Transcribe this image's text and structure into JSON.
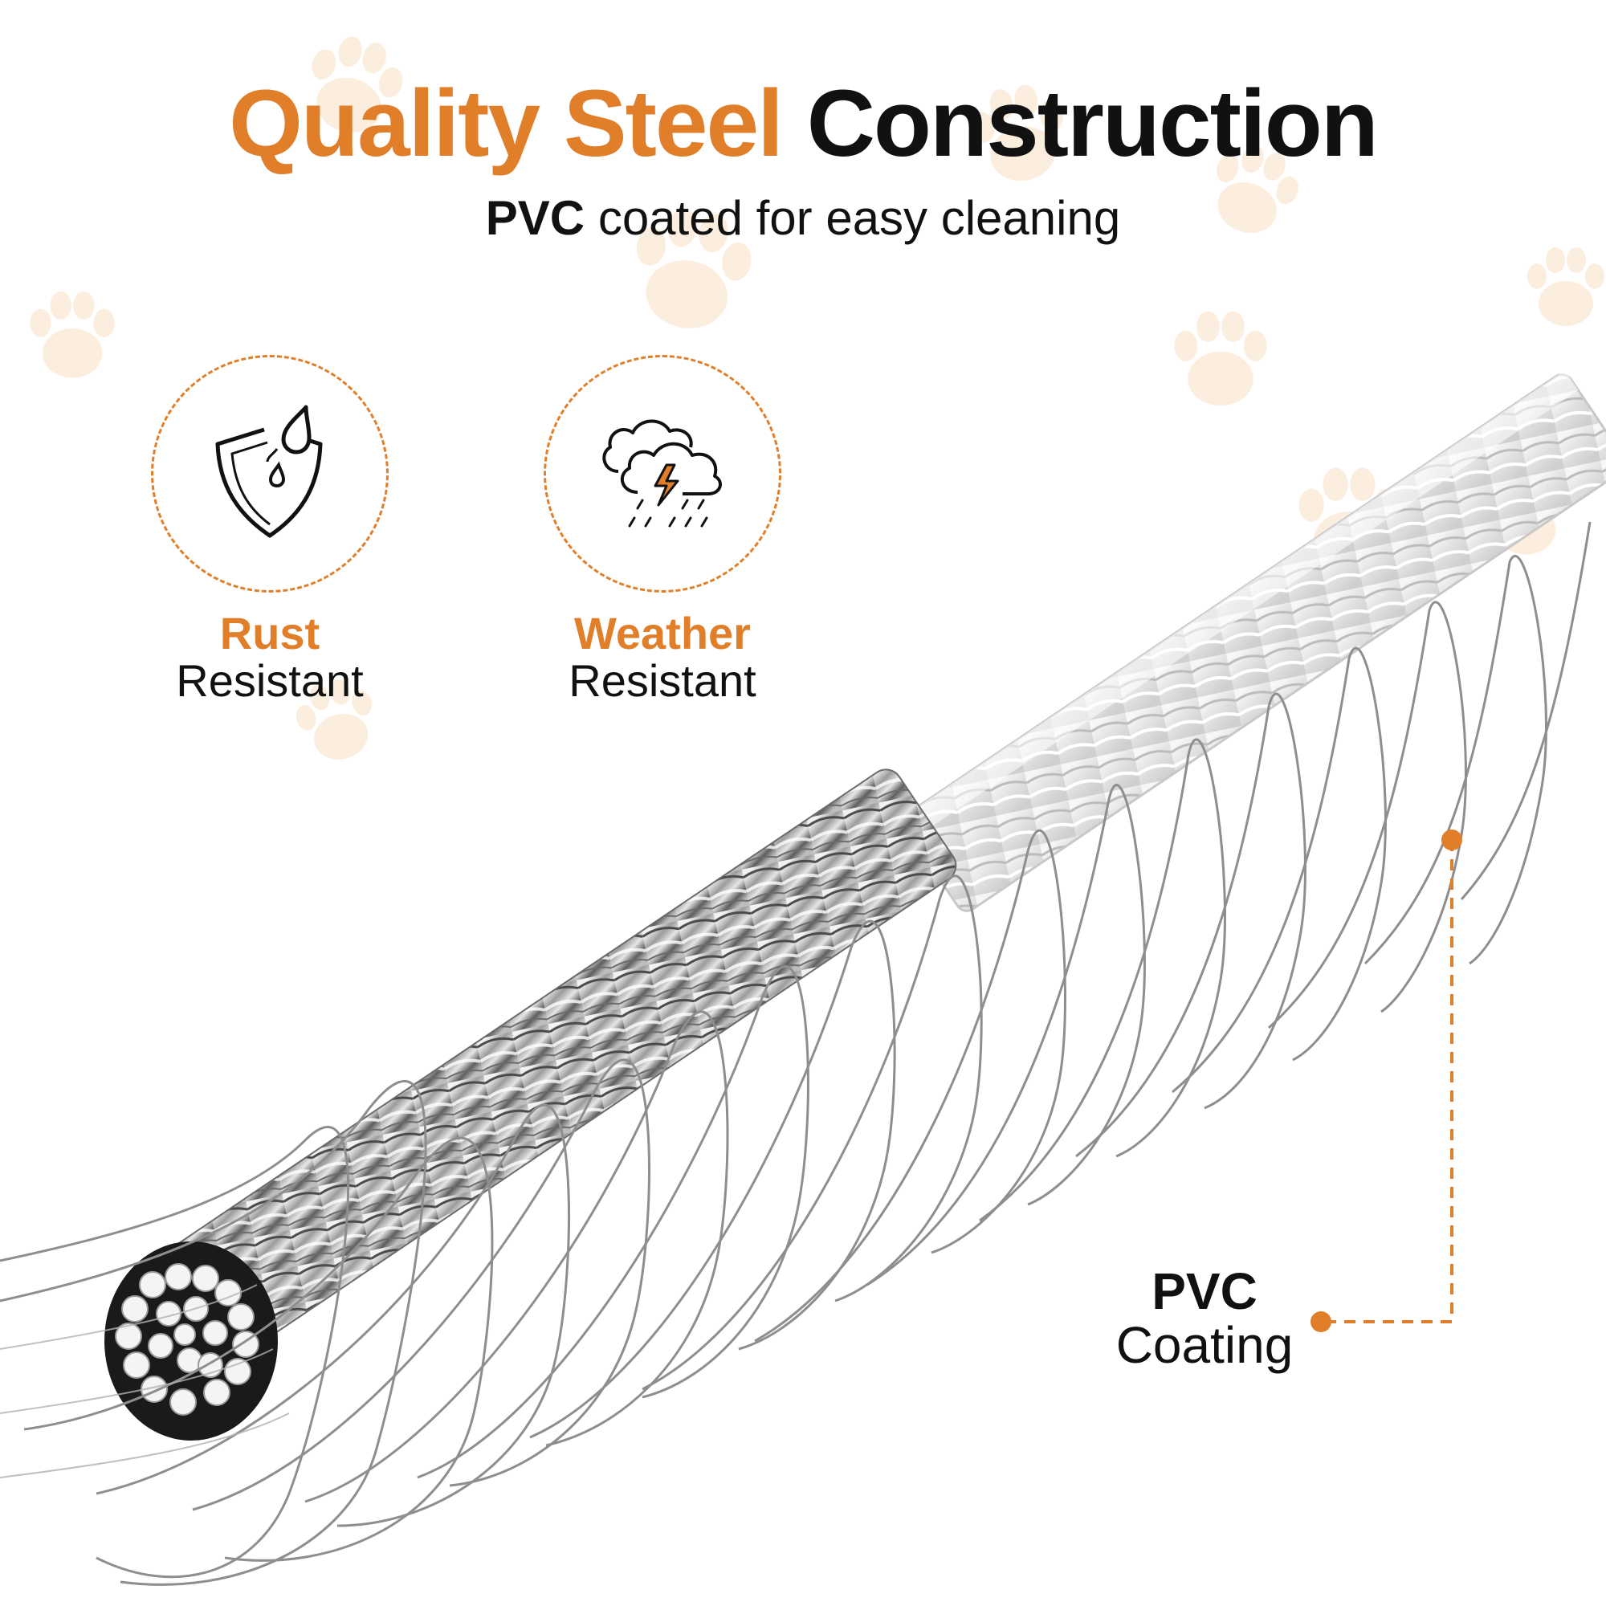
{
  "headline": {
    "accent": "Quality Steel",
    "dark": "Construction"
  },
  "subline": {
    "bold": "PVC",
    "rest": "coated for easy cleaning"
  },
  "features": [
    {
      "accent": "Rust",
      "text": "Resistant",
      "icon": "shield-drop-icon"
    },
    {
      "accent": "Weather",
      "text": "Resistant",
      "icon": "storm-cloud-icon"
    }
  ],
  "callout": {
    "bold": "PVC",
    "text": "Coating"
  },
  "colors": {
    "accent": "#E07E2A",
    "text": "#111111",
    "paw": "#FCEEDF"
  }
}
